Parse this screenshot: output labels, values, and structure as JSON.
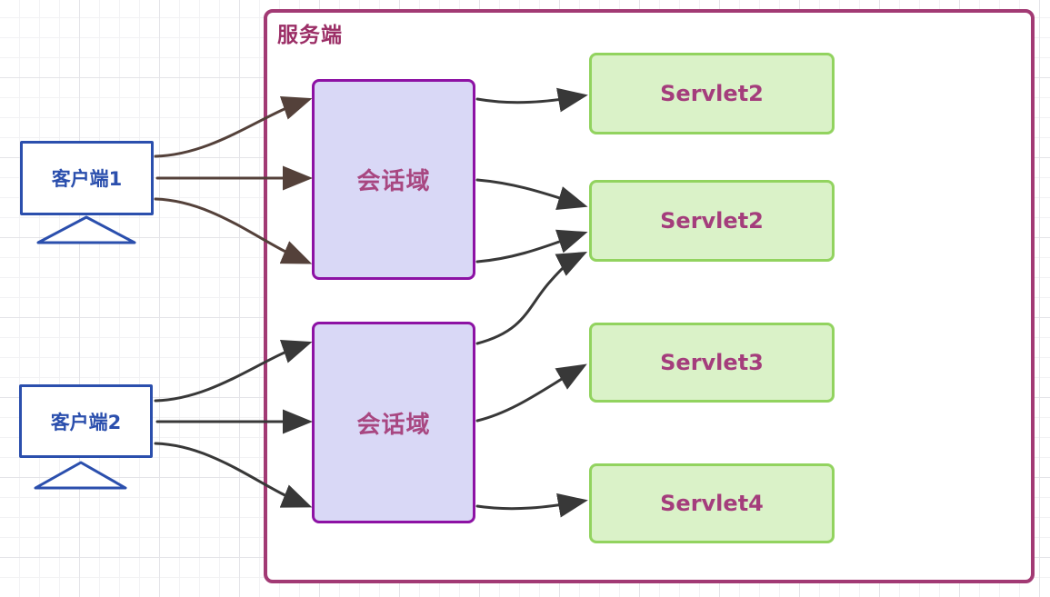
{
  "server": {
    "title": "服务端"
  },
  "clients": [
    {
      "label": "客户端1"
    },
    {
      "label": "客户端2"
    }
  ],
  "sessions": [
    {
      "label": "会话域"
    },
    {
      "label": "会话域"
    }
  ],
  "servlets": [
    {
      "label": "Servlet2"
    },
    {
      "label": "Servlet2"
    },
    {
      "label": "Servlet3"
    },
    {
      "label": "Servlet4"
    }
  ],
  "connections": [
    {
      "from": "client-1",
      "to": "session-1",
      "count": 3,
      "color": "#54413a"
    },
    {
      "from": "client-2",
      "to": "session-2",
      "count": 3,
      "color": "#383838"
    },
    {
      "from": "session-1",
      "to": "servlet-1",
      "color": "#383838"
    },
    {
      "from": "session-1",
      "to": "servlet-2",
      "count": 2,
      "color": "#383838"
    },
    {
      "from": "session-2",
      "to": "servlet-2",
      "color": "#383838"
    },
    {
      "from": "session-2",
      "to": "servlet-3",
      "color": "#383838"
    },
    {
      "from": "session-2",
      "to": "servlet-4",
      "color": "#383838"
    }
  ],
  "colors": {
    "server_border": "#a23a74",
    "server_title": "#9b2e66",
    "session_border": "#8d12a4",
    "session_fill": "#d9d8f6",
    "session_text": "#a84781",
    "servlet_border": "#92d35f",
    "servlet_fill": "#daf2c8",
    "servlet_text": "#a43d7c",
    "client_border": "#2b4fad",
    "arrow_brown": "#54413a",
    "arrow_dark": "#383838",
    "grid_line": "#ececef"
  }
}
